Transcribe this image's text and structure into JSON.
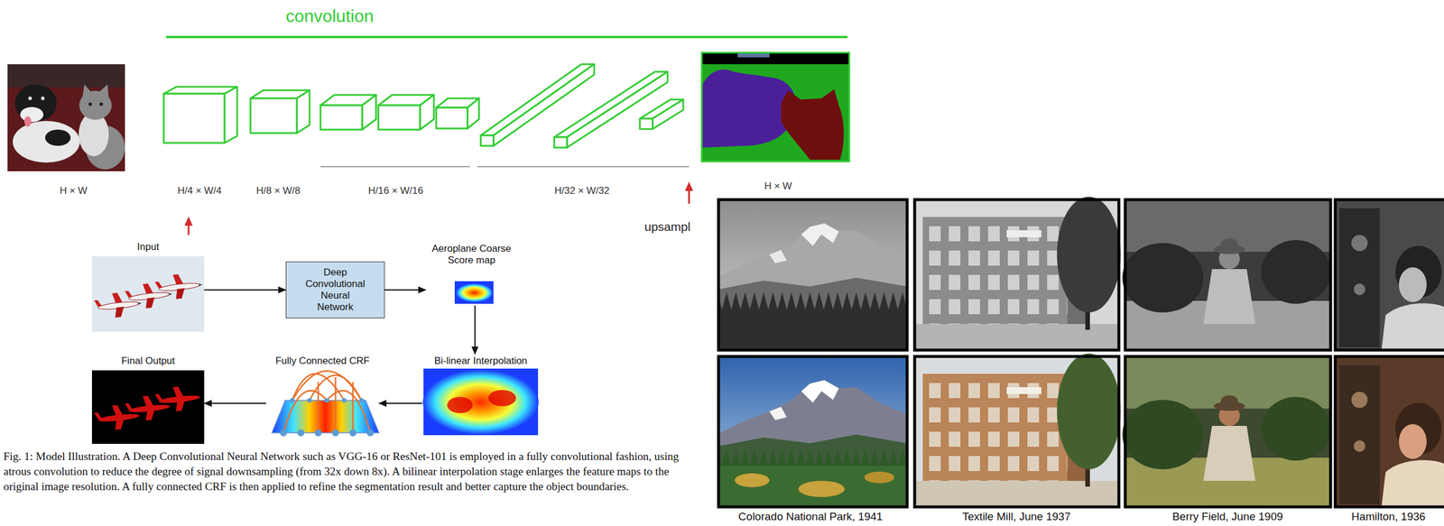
{
  "diagram": {
    "caption": "Fig. 1: Model Illustration. A Deep Convolutional Neural Network such as VGG-16 or ResNet-101 is employed in a fully convolutional fashion, using atrous convolution to reduce the degree of signal downsampling (from 32x down 8x). A bilinear interpolation stage enlarges the feature maps to the original image resolution. A fully connected CRF is then applied to refine the segmentation result and better capture the object boundaries.",
    "nodes": [
      {
        "text": [
          "Input"
        ]
      },
      {
        "text": [
          "Deep Convolutional Neural Network"
        ]
      },
      {
        "text": [
          "Aeroplane Coarse Score map"
        ]
      },
      {
        "text": [
          "Bi-linear Interpolation"
        ]
      },
      {
        "text": [
          "Fully Connected CRF"
        ]
      },
      {
        "text": [
          "Final Output"
        ]
      }
    ],
    "edges": [
      {
        "from": 0,
        "to": 1,
        "arrow": "to"
      },
      {
        "from": 1,
        "to": 2,
        "arrow": "to"
      },
      {
        "from": 2,
        "to": 3,
        "arrow": "to"
      },
      {
        "from": 3,
        "to": 4,
        "arrow": "to"
      },
      {
        "from": 4,
        "to": 5,
        "arrow": "to"
      }
    ],
    "labels": [
      "convolution",
      "H × W",
      "H/4 × W/4",
      "H/8 × W/8",
      "H/16 × W/16",
      "H/32 × W/32",
      "H × W",
      "upsampl",
      "Colorado National Park, 1941",
      "Textile Mill, June 1937",
      "Berry Field, June 1909",
      "Hamilton, 1936"
    ]
  }
}
